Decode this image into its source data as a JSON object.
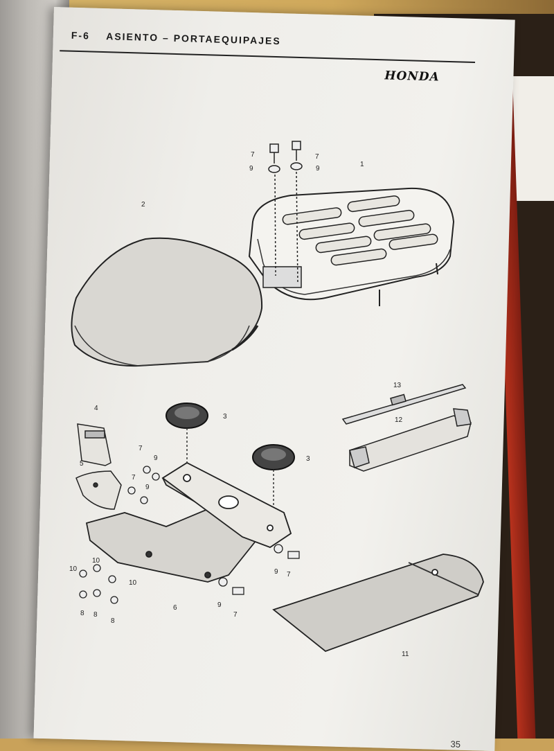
{
  "page": {
    "section_code": "F-6",
    "section_title": "ASIENTO – PORTAEQUIPAJES",
    "brand": "HONDA",
    "page_number": "35"
  },
  "callouts": {
    "c1": "1",
    "c2": "2",
    "c3a": "3",
    "c3b": "3",
    "c4": "4",
    "c5": "5",
    "c6": "6",
    "c7a": "7",
    "c7b": "7",
    "c7c": "7",
    "c7d": "7",
    "c7e": "7",
    "c7f": "7",
    "c8a": "8",
    "c8b": "8",
    "c8c": "8",
    "c9a": "9",
    "c9b": "9",
    "c9c": "9",
    "c9d": "9",
    "c9e": "9",
    "c9f": "9",
    "c10a": "10",
    "c10b": "10",
    "c10c": "10",
    "c11": "11",
    "c12": "12",
    "c13": "13"
  }
}
